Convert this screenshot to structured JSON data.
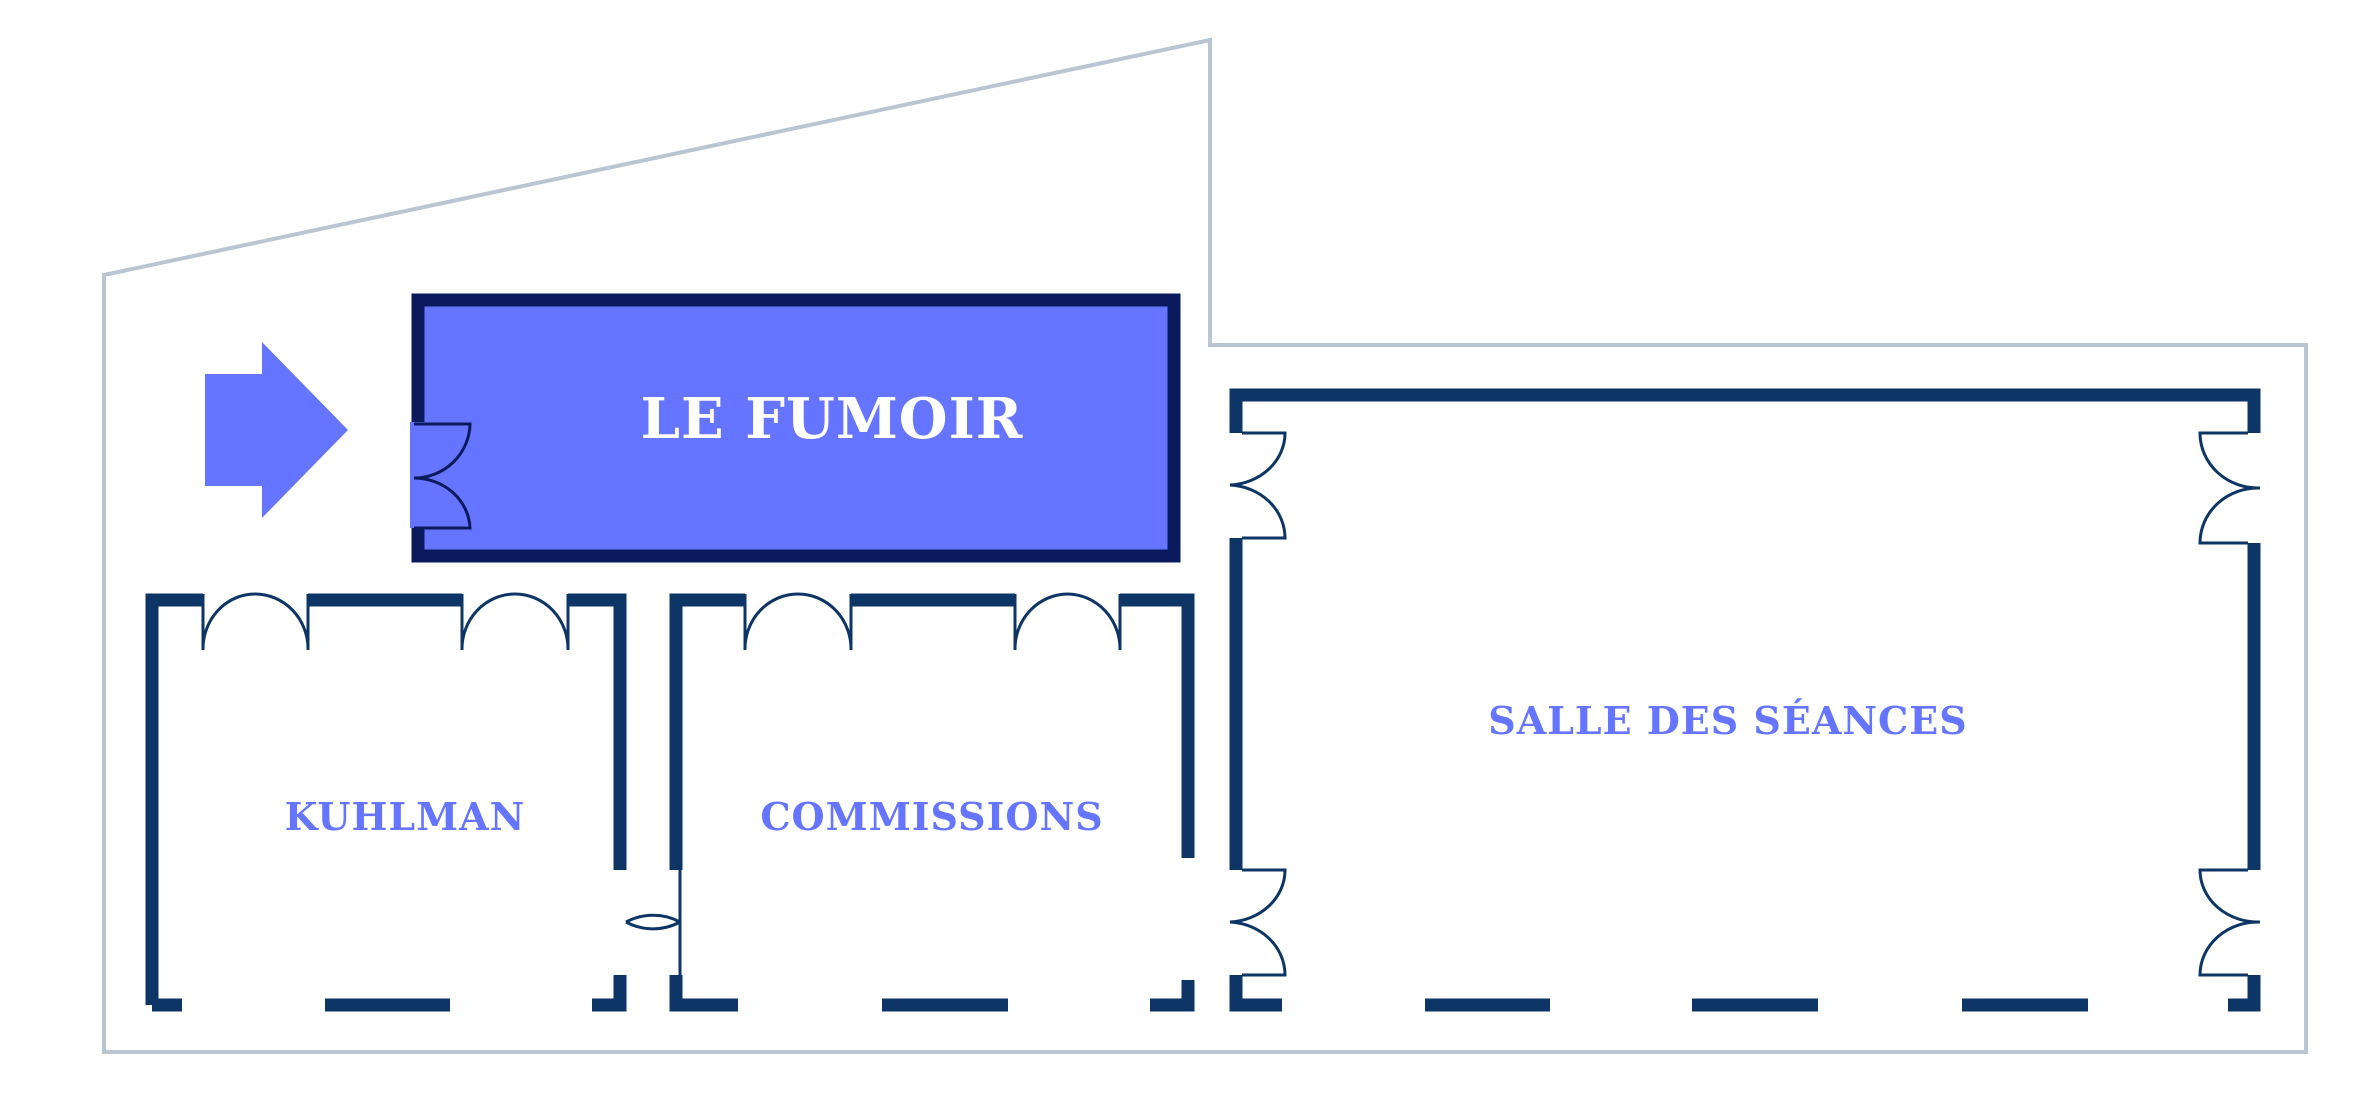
{
  "rooms": {
    "fumoir": "LE FUMOIR",
    "kuhlman": "KUHLMAN",
    "commissions": "COMMISSIONS",
    "seances": "SALLE DES SÉANCES"
  },
  "colors": {
    "accent": "#6675ff",
    "wall": "#0d3565",
    "outline": "#b9c6d2",
    "highlight_border": "#0a1a5c"
  },
  "icons": {
    "entrance": "arrow-right-icon",
    "door": "double-door-icon"
  }
}
